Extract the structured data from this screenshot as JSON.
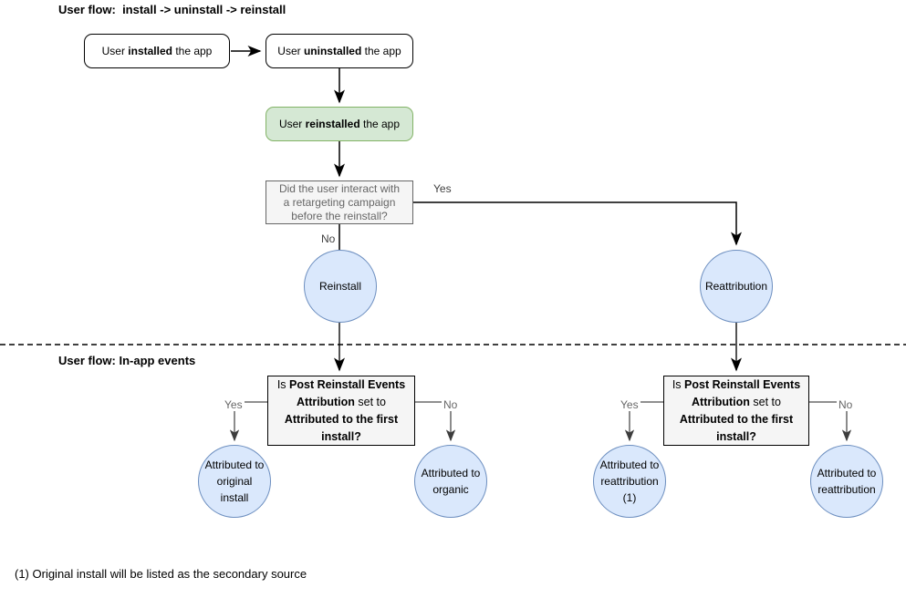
{
  "titles": {
    "flow1": "User flow:  install -> uninstall -> reinstall",
    "flow2": "User flow: In-app events"
  },
  "boxes": {
    "installed": {
      "prefix": "User ",
      "bold": "installed",
      "suffix": " the app"
    },
    "uninstalled": {
      "prefix": "User ",
      "bold": "uninstalled",
      "suffix": " the app"
    },
    "reinstalled": {
      "prefix": "User ",
      "bold": "reinstalled",
      "suffix": " the app"
    },
    "question": {
      "line1": "Did the user interact with",
      "line2": "a retargeting campaign",
      "line3": "before the reinstall?"
    }
  },
  "decision_box": {
    "l1_regular": "Is ",
    "l1_bold": "Post Reinstall Events",
    "l2_bold": "Attribution",
    "l2_regular": " set to",
    "l3_bold": "Attributed to the first",
    "l4_bold": "install?"
  },
  "edge_labels": {
    "yes_top": "Yes",
    "no_top": "No",
    "yes_left": "Yes",
    "no_left": "No",
    "yes_right": "Yes",
    "no_right": "No"
  },
  "circles": {
    "reinstall": "Reinstall",
    "reattribution": "Reattribution",
    "original_install": {
      "line1": "Attributed to",
      "line2": "original",
      "line3": "install"
    },
    "organic": {
      "line1": "Attributed to",
      "line2": "organic"
    },
    "reattribution_1": {
      "line1": "Attributed to",
      "line2": "reattribution",
      "line3": "(1)"
    },
    "reattribution_2": {
      "line1": "Attributed to",
      "line2": "reattribution"
    }
  },
  "footnote": "(1) Original install will be listed as the secondary source",
  "colors": {
    "green_fill": "#d5e8d4",
    "green_border": "#82b366",
    "blue_fill": "#dae8fc",
    "blue_border": "#6c8ebf",
    "gray_fill": "#f5f5f5",
    "gray_border": "#666666",
    "edge_gray": "#4d4d4d"
  }
}
